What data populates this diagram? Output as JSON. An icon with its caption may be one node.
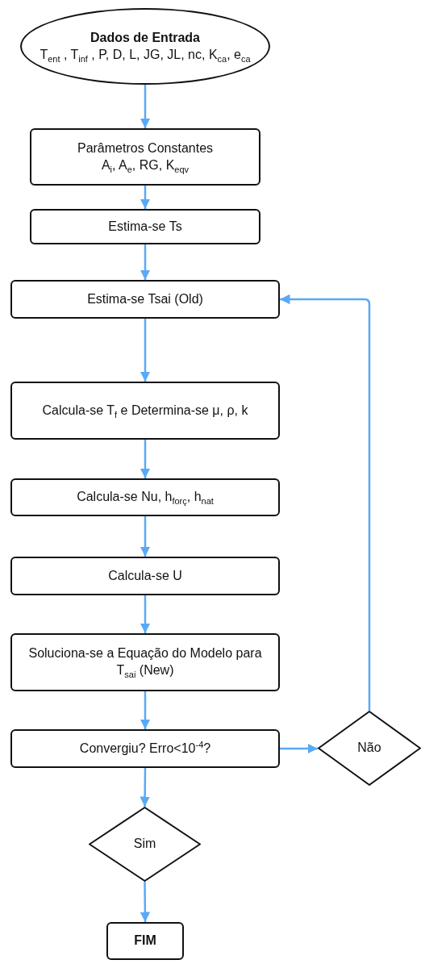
{
  "diagram": {
    "nodes": [
      {
        "text": [
          "Dados de Entrada",
          "T$_{ent}$ , T$_{inf}$ , P, D, L, JG, JL, nc, K$_{ca}$, e$_{ca}$"
        ]
      },
      {
        "text": [
          "Parâmetros Constantes",
          "A$_{i}$, A$_{e}$, RG, K$_{eqv}$"
        ]
      },
      {
        "text": [
          "Estima-se Ts"
        ]
      },
      {
        "text": [
          "Estima-se Tsai (Old)"
        ]
      },
      {
        "text": [
          "Calcula-se T$_{f}$ e Determina-se μ, ρ, k"
        ]
      },
      {
        "text": [
          "Calcula-se Nu, h$_{forç}$, h$_{nat}$"
        ]
      },
      {
        "text": [
          "Calcula-se U"
        ]
      },
      {
        "text": [
          "Soluciona-se a Equação do Modelo para T$_{sai}$ (New)"
        ]
      },
      {
        "text": [
          "Convergiu? Erro<10$^{-4}$?"
        ]
      },
      {
        "text": [
          "Não"
        ]
      },
      {
        "text": [
          "Sim"
        ]
      },
      {
        "text": [
          "FIM"
        ]
      }
    ],
    "edges": [
      {
        "from": 0,
        "to": 1,
        "arrow": "to"
      },
      {
        "from": 1,
        "to": 2,
        "arrow": "to"
      },
      {
        "from": 2,
        "to": 3,
        "arrow": "to"
      },
      {
        "from": 3,
        "to": 4,
        "arrow": "to"
      },
      {
        "from": 4,
        "to": 5,
        "arrow": "to"
      },
      {
        "from": 5,
        "to": 6,
        "arrow": "to"
      },
      {
        "from": 6,
        "to": 7,
        "arrow": "to"
      },
      {
        "from": 7,
        "to": 8,
        "arrow": "to"
      },
      {
        "from": 8,
        "to": 9,
        "arrow": "to"
      },
      {
        "from": 9,
        "to": 3,
        "arrow": "to"
      },
      {
        "from": 8,
        "to": 10,
        "arrow": "to"
      },
      {
        "from": 10,
        "to": 11,
        "arrow": "to"
      }
    ]
  }
}
